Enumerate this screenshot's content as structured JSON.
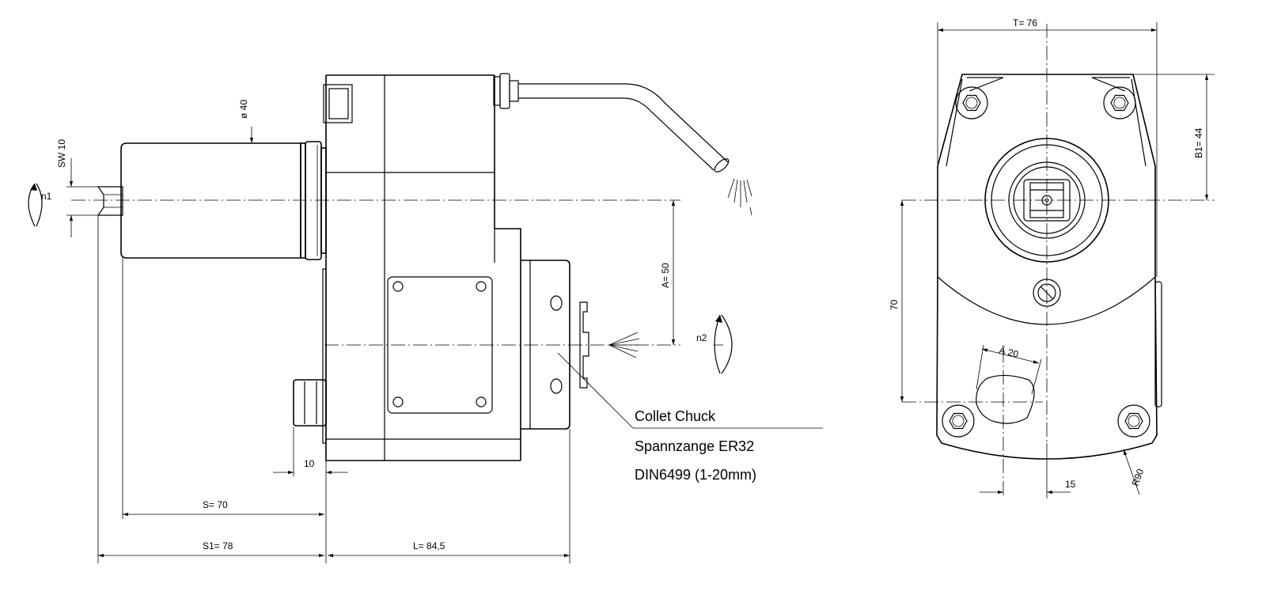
{
  "dimensions": {
    "sw": "SW 10",
    "dia": "ø 40",
    "n1": "n1",
    "n2": "n2",
    "a": "A=  50",
    "ten": "10",
    "s": "S=  70",
    "s1": "S1=  78",
    "l": "L=   84,5",
    "t": "T=   76",
    "b1": "B1=  44",
    "seventy": "70",
    "angle": "Ă 20",
    "fifteen": "15",
    "r90": "R90"
  },
  "note": {
    "line1": "Collet Chuck",
    "line2": "Spannzange ER32",
    "line3": "DIN6499 (1-20mm)"
  }
}
